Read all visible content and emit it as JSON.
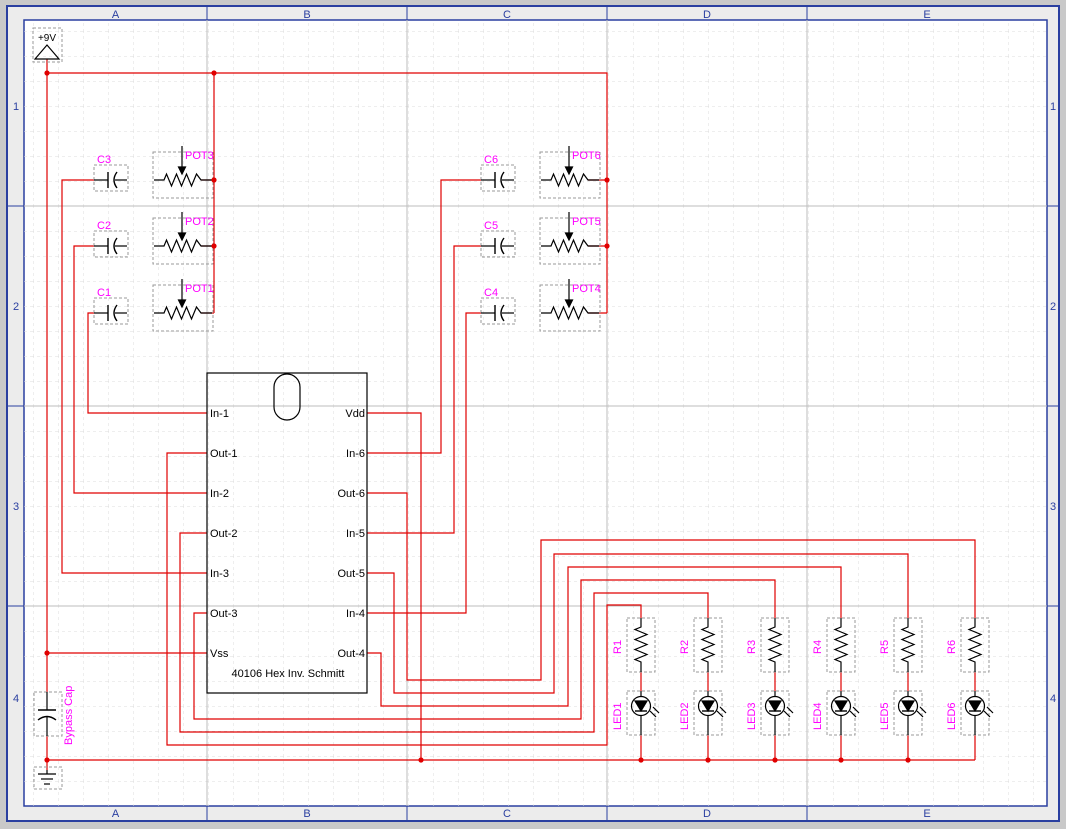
{
  "frame": {
    "columns": [
      "A",
      "B",
      "C",
      "D",
      "E"
    ],
    "rows": [
      "1",
      "2",
      "3",
      "4"
    ]
  },
  "colors": {
    "wire": "#e00000",
    "junction": "#e00000",
    "symbol": "#000000",
    "refdes": "#ff00ff",
    "part_box": "#9a9a9a",
    "grid": "#d6d6d6",
    "zone_line": "#bdbdbd",
    "border": "#2a3fa0",
    "paper": "#ffffff",
    "margin": "#e6e6e6"
  },
  "power": {
    "label": "+9V",
    "icon": "power-arrow-icon"
  },
  "ground": {
    "icon": "ground-icon"
  },
  "bypass_cap": {
    "label": "Bypass Cap"
  },
  "ic": {
    "caption": "40106 Hex Inv. Schmitt",
    "left_pins": [
      "In-1",
      "Out-1",
      "In-2",
      "Out-2",
      "In-3",
      "Out-3",
      "Vss"
    ],
    "right_pins": [
      "Vdd",
      "In-6",
      "Out-6",
      "In-5",
      "Out-5",
      "In-4",
      "Out-4"
    ]
  },
  "left_rc": [
    {
      "cap": "C3",
      "pot": "POT3"
    },
    {
      "cap": "C2",
      "pot": "POT2"
    },
    {
      "cap": "C1",
      "pot": "POT1"
    }
  ],
  "right_rc": [
    {
      "cap": "C6",
      "pot": "POT6"
    },
    {
      "cap": "C5",
      "pot": "POT5"
    },
    {
      "cap": "C4",
      "pot": "POT4"
    }
  ],
  "resistors": [
    "R1",
    "R2",
    "R3",
    "R4",
    "R5",
    "R6"
  ],
  "leds": [
    "LED1",
    "LED2",
    "LED3",
    "LED4",
    "LED5",
    "LED6"
  ]
}
